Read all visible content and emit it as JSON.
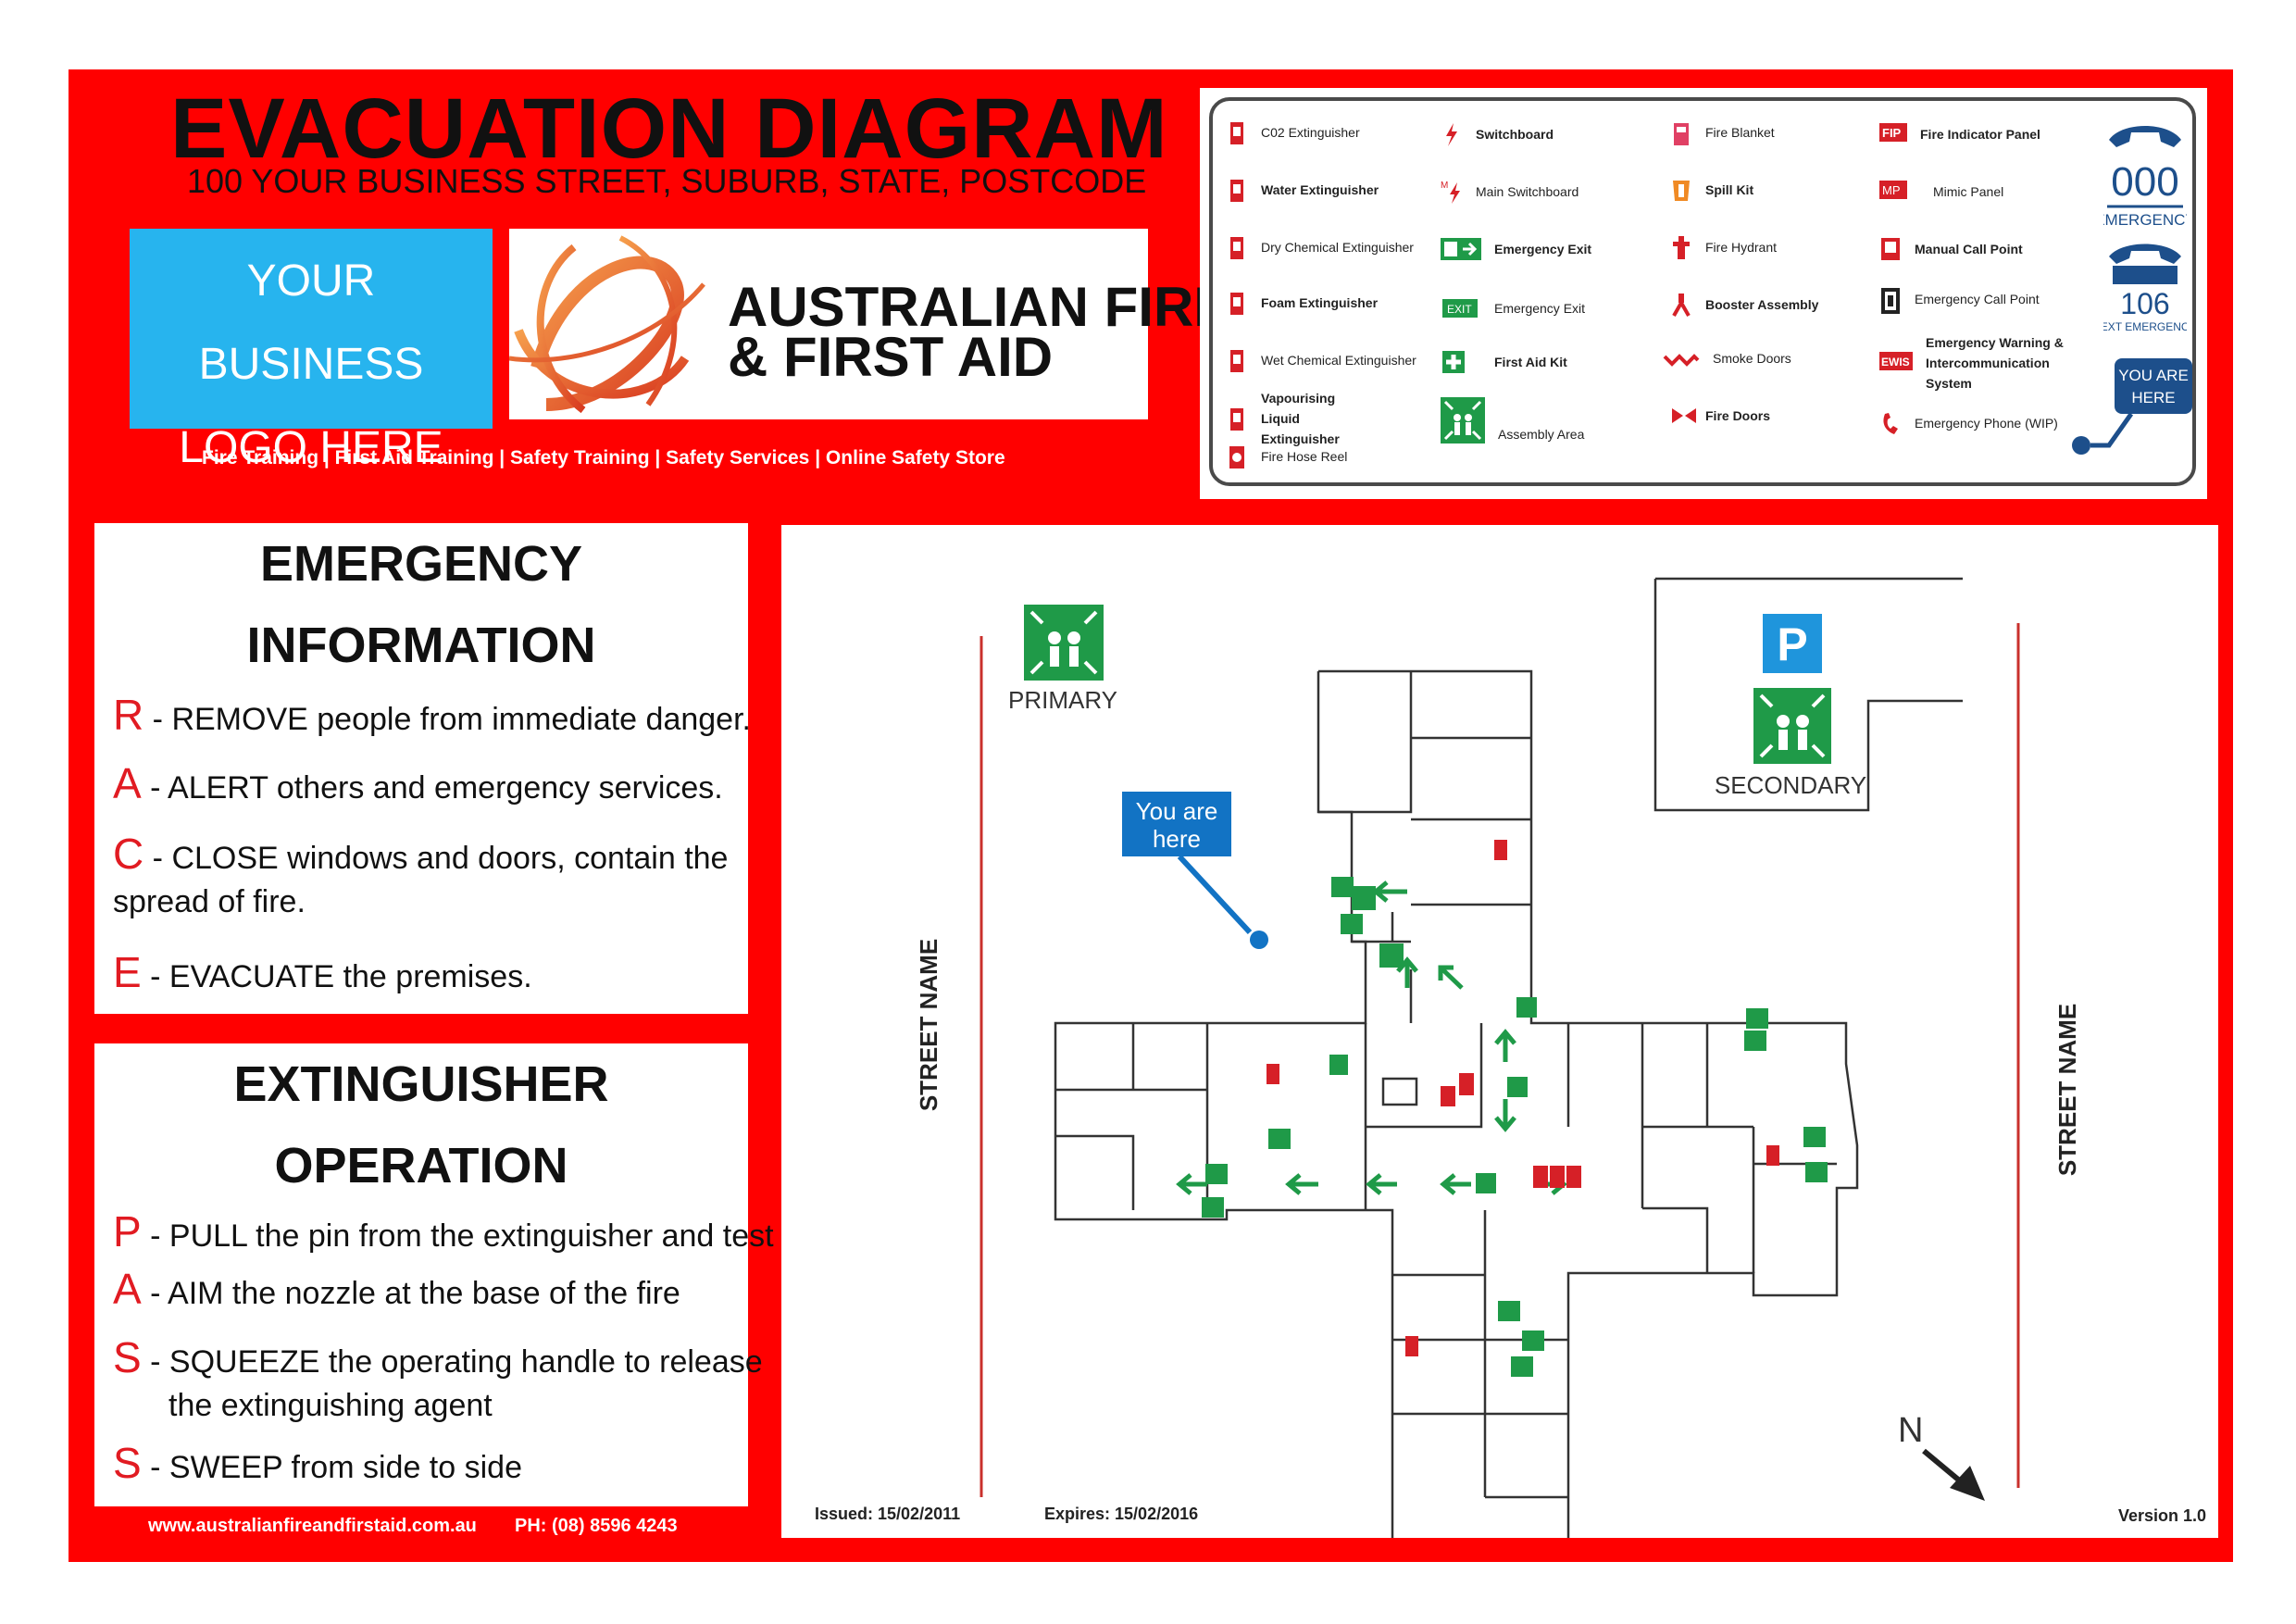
{
  "header": {
    "title": "EVACUATION DIAGRAM",
    "address": "100 YOUR BUSINESS STREET, SUBURB, STATE, POSTCODE",
    "logo_placeholder_line1": "YOUR BUSINESS",
    "logo_placeholder_line2": "LOGO HERE",
    "brand_line1": "AUSTRALIAN FIRE",
    "brand_line2": "& FIRST AID",
    "tagline": "Fire Training | First Aid Training | Safety Training | Safety Services | Online Safety Store"
  },
  "legend": {
    "col1": [
      "C02 Extinguisher",
      "Water Extinguisher",
      "Dry Chemical Extinguisher",
      "Foam Extinguisher",
      "Wet Chemical Extinguisher",
      "Vapourising Liquid Extinguisher",
      "Fire Hose Reel"
    ],
    "col2": [
      "Switchboard",
      "Main Switchboard",
      "Emergency Exit",
      "Emergency Exit",
      "First Aid Kit",
      "Assembly Area"
    ],
    "col3": [
      "Fire Blanket",
      "Spill Kit",
      "Fire Hydrant",
      "Booster Assembly",
      "Smoke Doors",
      "Fire Doors"
    ],
    "col4": [
      "Fire Indicator Panel",
      "Mimic Panel",
      "Manual Call Point",
      "Emergency Call Point",
      "Emergency Warning & Intercommunication System",
      "Emergency Phone (WIP)"
    ],
    "icon_labels": {
      "fip": "FIP",
      "mp": "MP",
      "ewis": "EWIS",
      "exit": "EXIT",
      "mains": "M"
    },
    "phone_000": "000",
    "phone_000_label": "EMERGENCY",
    "phone_106": "106",
    "phone_106_label": "TEXT EMERGENCY",
    "you_are_here_line1": "YOU ARE",
    "you_are_here_line2": "HERE"
  },
  "emergency": {
    "title_line1": "EMERGENCY",
    "title_line2": "INFORMATION",
    "items": [
      {
        "letter": "R",
        "sep": " - ",
        "key": "REMOVE",
        "text": " people from immediate danger."
      },
      {
        "letter": "A",
        "sep": " - ",
        "key": "ALERT",
        "text": " others and emergency services."
      },
      {
        "letter": "C",
        "sep": " - ",
        "key": "CLOSE",
        "text": " windows and doors, contain the",
        "text2": "spread of fire."
      },
      {
        "letter": "E",
        "sep": " - ",
        "key": "EVACUATE",
        "text": " the premises."
      }
    ]
  },
  "extinguisher": {
    "title_line1": "EXTINGUISHER",
    "title_line2": "OPERATION",
    "items": [
      {
        "letter": "P",
        "sep": " - ",
        "key": "PULL",
        "text": " the pin from the extinguisher and test"
      },
      {
        "letter": "A",
        "sep": " - ",
        "key": "AIM",
        "text": " the nozzle at the base of the fire"
      },
      {
        "letter": "S",
        "sep": " - ",
        "key": "SQUEEZE",
        "text": " the operating handle to release",
        "text2": "the extinguishing agent"
      },
      {
        "letter": "S",
        "sep": " - ",
        "key": "SWEEP",
        "text": " from side to side"
      }
    ]
  },
  "footer": {
    "website": "www.australianfireandfirstaid.com.au",
    "phone": "PH: (08) 8596 4243"
  },
  "map": {
    "street_left": "STREET NAME",
    "street_right": "STREET NAME",
    "primary": "PRIMARY",
    "secondary": "SECONDARY",
    "parking": "P",
    "you_are_here_line1": "You are",
    "you_are_here_line2": "here",
    "north": "N",
    "issued": "Issued: 15/02/2011",
    "expires": "Expires: 15/02/2016",
    "version": "Version 1.0"
  },
  "colors": {
    "frame": "#ff0000",
    "logo_blue": "#27b4ee",
    "exit_green": "#1f9a48",
    "you_are_here": "#1273c4",
    "letter_red": "#e11b22"
  }
}
